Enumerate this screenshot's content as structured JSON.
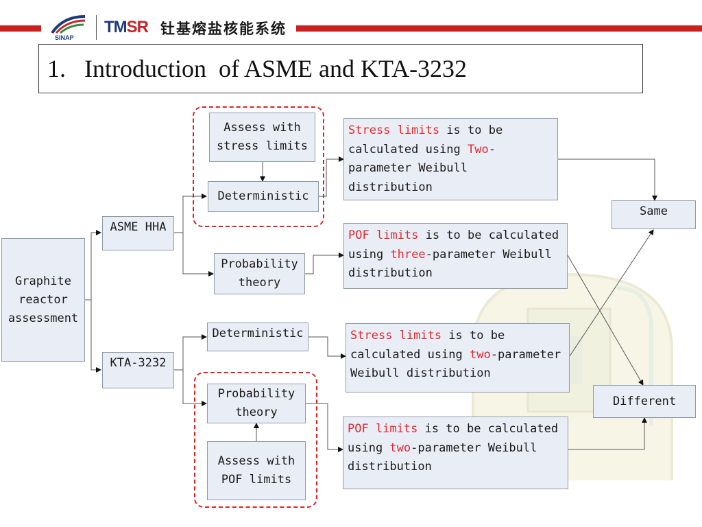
{
  "header": {
    "logo_text": "SINAP",
    "brand": {
      "part1": "TM",
      "part2": "SR"
    },
    "chinese_title": "钍基熔盐核能系统"
  },
  "slide": {
    "title": "1.   Introduction  of ASME and KTA-3232"
  },
  "nodes": {
    "graphite": "Graphite\nreactor\nassessment",
    "asme": "ASME HHA",
    "kta": "KTA-3232",
    "assess_stress": "Assess with\nstress limits",
    "deterministic_1": "Deterministic",
    "probability_1": "Probability\ntheory",
    "deterministic_2": "Deterministic",
    "probability_2": "Probability\ntheory",
    "assess_pof": "Assess with\nPOF limits",
    "same": "Same",
    "different": "Different"
  },
  "results": {
    "r1": {
      "red1": "Stress limits",
      "t1": " is to be calculated using ",
      "red2": "Two",
      "t2": "-parameter Weibull distribution"
    },
    "r2": {
      "red1": "POF limits",
      "t1": " is to be calculated using ",
      "red2": "three",
      "t2": "-parameter Weibull distribution"
    },
    "r3": {
      "red1": "Stress limits",
      "t1": " is to be calculated using ",
      "red2": "two",
      "t2": "-parameter Weibull distribution"
    },
    "r4": {
      "red1": "POF limits",
      "t1": " is to be calculated using ",
      "red2": "two",
      "t2": "-parameter Weibull distribution"
    }
  },
  "colors": {
    "accent_red": "#e8262b",
    "header_bar": "#cc1f1f",
    "node_fill": "#e9edf6",
    "node_border": "#8f9aa8"
  }
}
